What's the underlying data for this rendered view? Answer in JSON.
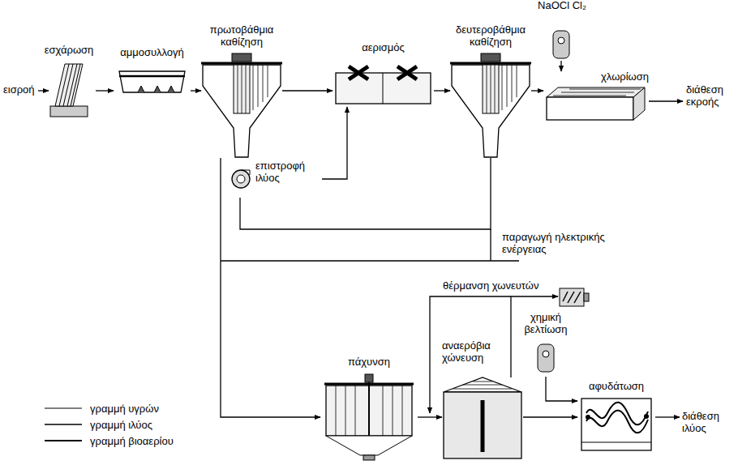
{
  "diagram": {
    "nodes": [
      {
        "text": [
          "εσχάρωση"
        ]
      },
      {
        "text": [
          "αμμοσυλλογή"
        ]
      },
      {
        "text": [
          "πρωτοβάθμια καθίζηση"
        ]
      },
      {
        "text": [
          "αερισμός"
        ]
      },
      {
        "text": [
          "δευτεροβάθμια καθίζηση"
        ]
      },
      {
        "text": [
          "NaOCl Cl₂"
        ]
      },
      {
        "text": [
          "χλωρίωση"
        ]
      },
      {
        "text": [
          "επιστροφή ιλύος"
        ]
      },
      {
        "text": [
          "πάχυνση"
        ]
      },
      {
        "text": [
          "αναερόβια χώνευση"
        ]
      },
      {
        "text": [
          "χημική βελτίωση"
        ]
      },
      {
        "text": [
          "αφυδάτωση"
        ]
      }
    ],
    "edges": [
      {
        "from": 0,
        "to": 1,
        "arrow": "to"
      },
      {
        "from": 1,
        "to": 2,
        "arrow": "to"
      },
      {
        "from": 2,
        "to": 3,
        "arrow": "to"
      },
      {
        "from": 3,
        "to": 4,
        "arrow": "to"
      },
      {
        "from": 4,
        "to": 6,
        "arrow": "to"
      },
      {
        "from": 5,
        "to": 6,
        "arrow": "to"
      },
      {
        "from": 4,
        "to": 7,
        "arrow": "none"
      },
      {
        "from": 7,
        "to": 3,
        "arrow": "to"
      },
      {
        "from": 2,
        "to": 8,
        "arrow": "to"
      },
      {
        "from": 8,
        "to": 9,
        "arrow": "to"
      },
      {
        "from": 9,
        "to": 11,
        "arrow": "to"
      },
      {
        "from": 10,
        "to": 11,
        "arrow": "to"
      }
    ],
    "labels": [
      "εισροή",
      "διάθεση εκροής",
      "παραγωγή ηλεκτρικής ενέργειας",
      "θέρμανση χωνευτών",
      "διάθεση ιλύος"
    ],
    "legend": [
      {
        "text": "γραμμή υγρών"
      },
      {
        "text": "γραμμή ιλύος"
      },
      {
        "text": "γραμμή βιοαερίου"
      }
    ]
  }
}
